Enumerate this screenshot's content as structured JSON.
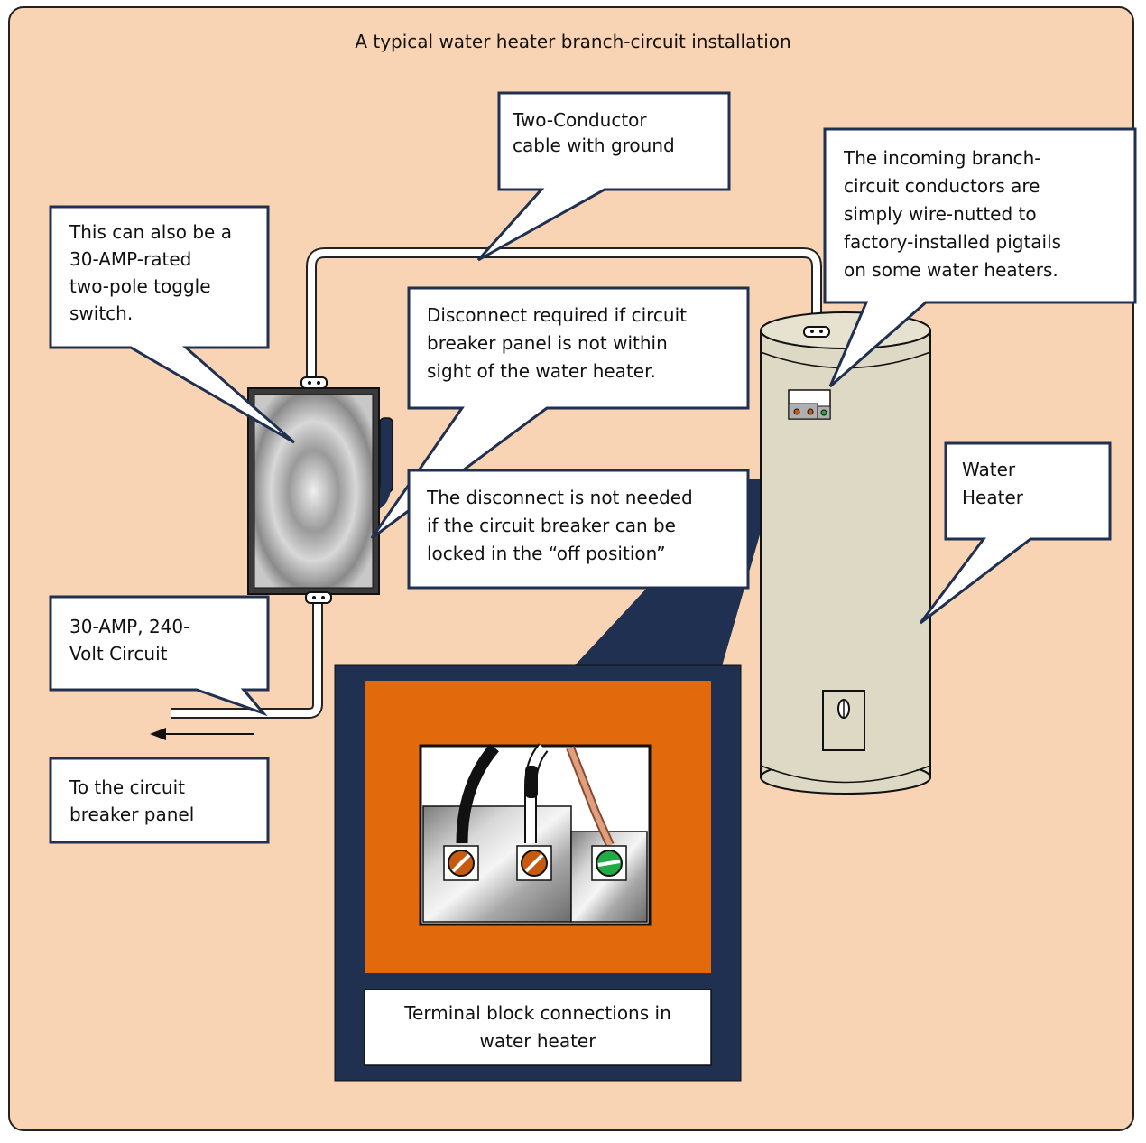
{
  "title": "A typical water heater branch-circuit installation",
  "callouts": {
    "two_conductor": "Two-Conductor\ncable with ground",
    "incoming": "The incoming branch-\ncircuit conductors are\nsimply wire-nutted to\nfactory-installed pigtails\non some water heaters.",
    "toggle": "This can also be a\n30-AMP-rated\ntwo-pole toggle\nswitch.",
    "disconnect_required": "Disconnect required if circuit\nbreaker panel is not within\nsight of the water heater.",
    "disconnect_not_needed": "The disconnect is not needed\nif the circuit breaker can be\nlocked in the “off position”",
    "water_heater": "Water\nHeater",
    "circuit": "30-AMP, 240-\nVolt Circuit",
    "panel": "To the circuit\nbreaker panel",
    "terminal": "Terminal block connections in\nwater heater"
  },
  "colors": {
    "background": "#f9d4b4",
    "navy": "#1f3050",
    "orange": "#e26a0c",
    "heater": "#ddd9c4",
    "ground_screw": "#22aa44",
    "brass_screw": "#c85a10",
    "copper": "#d88a66"
  }
}
